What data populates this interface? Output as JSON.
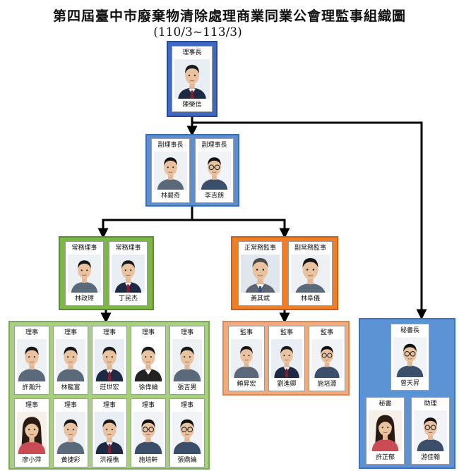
{
  "title": "第四屆臺中市廢棄物清除處理商業同業公會理監事組織圖",
  "subtitle": "(110/3~113/3)",
  "chairman": {
    "role": "理事長",
    "name": "陳榮信"
  },
  "vice_chairmen": [
    {
      "role": "副理事長",
      "name": "林碧奇"
    },
    {
      "role": "副理事長",
      "name": "李吉朗"
    }
  ],
  "standing_directors": [
    {
      "role": "常務理事",
      "name": "林政璋"
    },
    {
      "role": "常務理事",
      "name": "丁民杰"
    }
  ],
  "standing_supervisors": [
    {
      "role": "正常務監事",
      "name": "黃其斌"
    },
    {
      "role": "副常務監事",
      "name": "林阜儀"
    }
  ],
  "directors": [
    {
      "role": "理事",
      "name": "許瀚升"
    },
    {
      "role": "理事",
      "name": "林龍富"
    },
    {
      "role": "理事",
      "name": "莊世宏"
    },
    {
      "role": "理事",
      "name": "徐偉綸"
    },
    {
      "role": "理事",
      "name": "張吉男"
    },
    {
      "role": "理事",
      "name": "廖小萍"
    },
    {
      "role": "理事",
      "name": "黃捷彩"
    },
    {
      "role": "理事",
      "name": "洪福樵"
    },
    {
      "role": "理事",
      "name": "施培軒"
    },
    {
      "role": "理事",
      "name": "張鼎綸"
    }
  ],
  "supervisors": [
    {
      "role": "監事",
      "name": "賴昇宏"
    },
    {
      "role": "監事",
      "name": "劉進卿"
    },
    {
      "role": "監事",
      "name": "施培源"
    }
  ],
  "secretary_general": {
    "role": "秘書長",
    "name": "曾天昇"
  },
  "staff": [
    {
      "role": "秘書",
      "name": "許芷郁"
    },
    {
      "role": "助理",
      "name": "游佳翰"
    }
  ],
  "colors": {
    "connector": "#000000",
    "chairman_box": "#3f68c2",
    "vice_box": "#5c8fd1",
    "standing_director_box": "#7db843",
    "director_box": "#a6d07e",
    "standing_supervisor_box": "#ef7e27",
    "supervisor_box": "#f3a97a",
    "secretary_box": "#5b93d4"
  }
}
